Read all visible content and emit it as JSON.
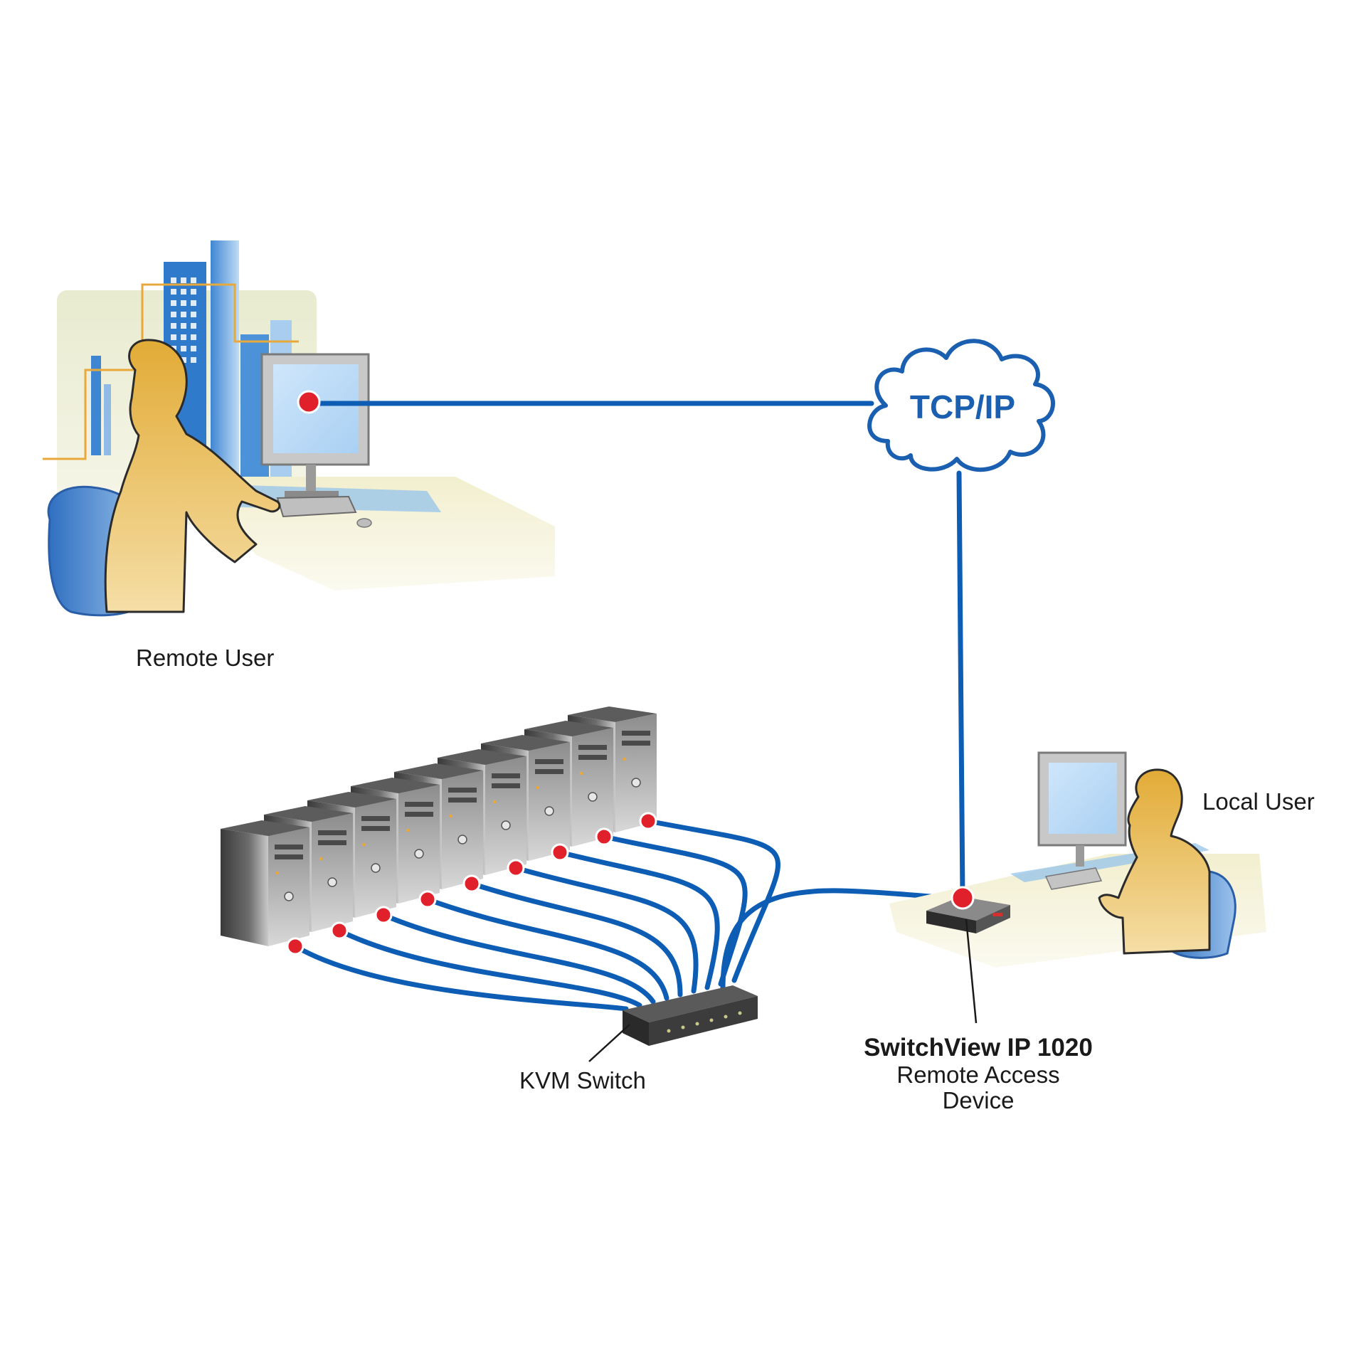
{
  "labels": {
    "remote_user": "Remote User",
    "local_user": "Local User",
    "network": "TCP/IP",
    "kvm_switch": "KVM Switch",
    "device_name": "SwitchView IP 1020",
    "device_desc_line1": "Remote Access",
    "device_desc_line2": "Device"
  },
  "server_count": 9,
  "colors": {
    "cable": "#0d5db5",
    "port": "#e0202a",
    "figure": "#e8b74a",
    "building": "#6aaae0",
    "chair": "#4a86d0",
    "server": "#4a4a4a",
    "desk": "#f3f0d2"
  },
  "icons": [
    "cloud-icon",
    "server-icon",
    "kvm-switch-icon",
    "remote-access-device-icon",
    "monitor-icon",
    "keyboard-icon",
    "person-icon",
    "chair-icon",
    "building-icon"
  ]
}
